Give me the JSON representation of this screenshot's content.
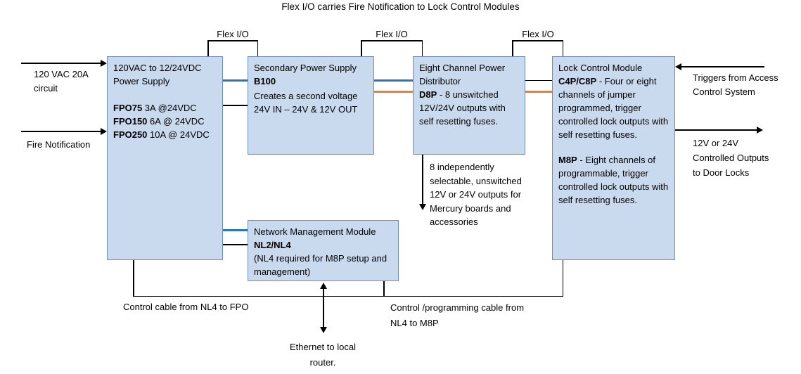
{
  "title": "Flex I/O carries Fire Notification to Lock Control Modules",
  "flex_io_labels": [
    "Flex I/O",
    "Flex I/O",
    "Flex I/O"
  ],
  "colors": {
    "box_fill": "#c9d9ee",
    "box_border": "#6c8ebe",
    "wire_blue": "#2e75b6",
    "wire_orange": "#ed7d31",
    "wire_black": "#000000"
  },
  "boxes": {
    "fpo": {
      "title": "120VAC to 12/24VDC Power Supply",
      "models": [
        {
          "code": "FPO75",
          "spec": " 3A @24VDC"
        },
        {
          "code": "FPO150",
          "spec": " 6A @ 24VDC"
        },
        {
          "code": "FPO250",
          "spec": " 10A @ 24VDC"
        }
      ]
    },
    "b100": {
      "title": "Secondary Power Supply",
      "code": "B100",
      "desc": "Creates a second voltage 24V IN – 24V & 12V OUT"
    },
    "d8p": {
      "title": "Eight Channel Power Distributor",
      "code": "D8P",
      "desc": " -  8 unswitched 12V/24V outputs with self resetting fuses."
    },
    "lcm": {
      "title": "Lock Control Module",
      "entries": [
        {
          "code": "C4P/C8P",
          "desc": " - Four or eight channels of jumper programmed, trigger controlled lock outputs with self resetting fuses."
        },
        {
          "code": "M8P",
          "desc": " - Eight channels of programmable, trigger controlled lock outputs with self resetting fuses."
        }
      ]
    },
    "nmm": {
      "title": "Network Management Module",
      "code": "NL2/NL4",
      "desc": "(NL4 required for M8P setup and management)"
    }
  },
  "external_labels": {
    "vac_input": "120 VAC 20A circuit",
    "fire_input": "Fire Notification",
    "triggers_input": "Triggers from Access Control System",
    "lock_output": "12V or 24V Controlled Outputs to Door Locks",
    "d8p_output_note": "8 independently selectable, unswitched 12V or 24V outputs for Mercury boards and accessories",
    "ethernet_note": "Ethernet to local router.",
    "cable_fpo": "Control cable from NL4 to FPO",
    "cable_m8p": "Control /programming cable from NL4 to M8P"
  }
}
